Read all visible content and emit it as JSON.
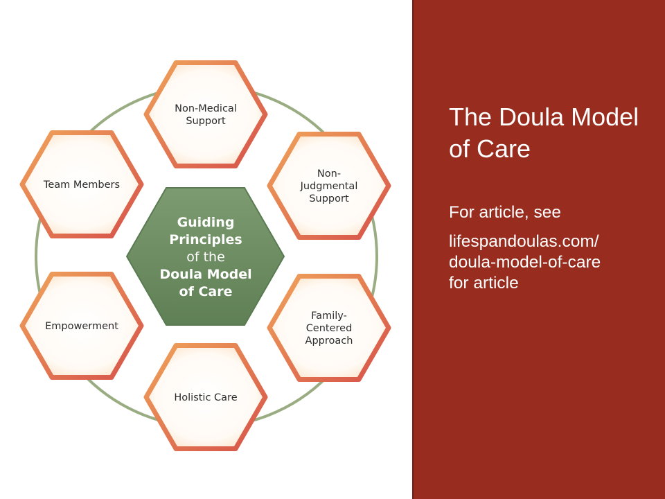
{
  "diagram": {
    "center": {
      "lines": [
        {
          "text": "Guiding",
          "weight": "bold"
        },
        {
          "text": "Principles",
          "weight": "bold"
        },
        {
          "text": "of the",
          "weight": "normal"
        },
        {
          "text": "Doula Model",
          "weight": "bold"
        },
        {
          "text": "of Care",
          "weight": "bold"
        }
      ],
      "fill": "#6f8f63"
    },
    "ring_color": "#9aad82",
    "outline_start": "#f0a35a",
    "outline_end": "#d6524a",
    "hexagons": [
      {
        "id": "non-medical-support",
        "lines": [
          "Non-Medical",
          "Support"
        ]
      },
      {
        "id": "non-judgmental-support",
        "lines": [
          "Non-",
          "Judgmental",
          "Support"
        ]
      },
      {
        "id": "family-centered-approach",
        "lines": [
          "Family-",
          "Centered",
          "Approach"
        ]
      },
      {
        "id": "holistic-care",
        "lines": [
          "Holistic Care"
        ]
      },
      {
        "id": "empowerment",
        "lines": [
          "Empowerment"
        ]
      },
      {
        "id": "team-members",
        "lines": [
          "Team Members"
        ]
      }
    ]
  },
  "panel": {
    "title_lines": [
      "The Doula",
      "Model of Care"
    ],
    "intro": "For article, see",
    "link_lines": [
      "lifespandoulas.com/",
      "doula-model-of-care",
      "for article"
    ],
    "background": "#982d1f"
  }
}
